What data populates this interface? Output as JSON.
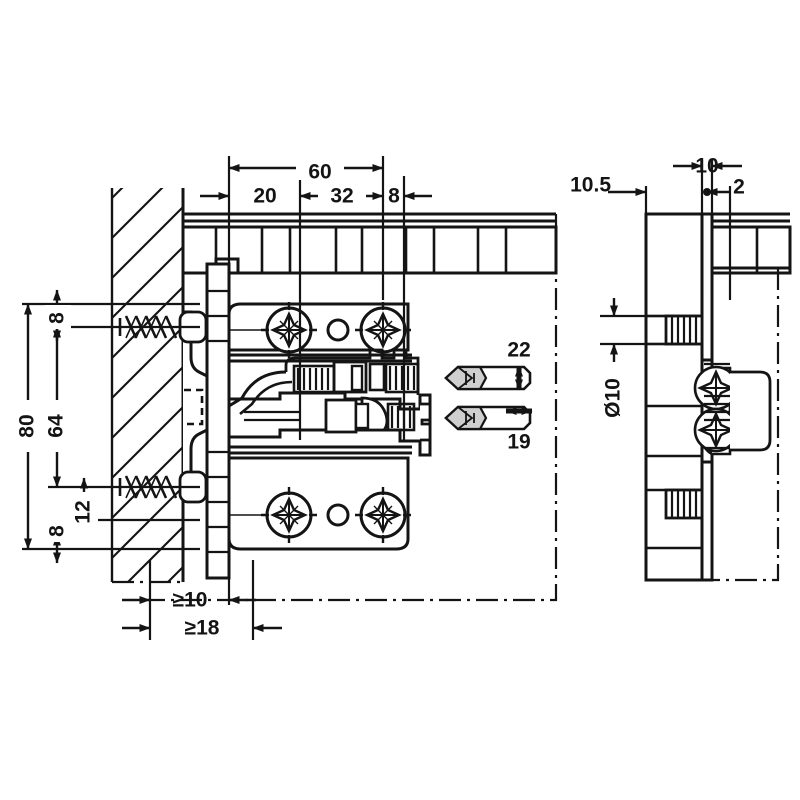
{
  "drawing": {
    "title": "Concealed hinge mounting drawing",
    "type": "technical-engineering-drawing",
    "units": "mm",
    "line_color": "#141414",
    "background": "#ffffff"
  },
  "views": {
    "left": {
      "name": "front-elevation-view",
      "label": ""
    },
    "right": {
      "name": "side-section-view",
      "label": ""
    }
  },
  "dimensions": {
    "top_left_view": [
      {
        "id": "dim-60",
        "value": "60"
      },
      {
        "id": "dim-20",
        "value": "20"
      },
      {
        "id": "dim-32",
        "value": "32"
      },
      {
        "id": "dim-8-top",
        "value": "8"
      }
    ],
    "top_right_view": [
      {
        "id": "dim-10-5",
        "value": "10.5"
      },
      {
        "id": "dim-10",
        "value": "10"
      },
      {
        "id": "dim-2",
        "value": "2"
      }
    ],
    "left_vertical": [
      {
        "id": "dim-8-upper",
        "value": "8"
      },
      {
        "id": "dim-80",
        "value": "80"
      },
      {
        "id": "dim-64",
        "value": "64"
      },
      {
        "id": "dim-12",
        "value": "12"
      },
      {
        "id": "dim-8-lower",
        "value": "8"
      }
    ],
    "bottom": [
      {
        "id": "dim-min-10",
        "value": "≥10"
      },
      {
        "id": "dim-min-18",
        "value": "≥18"
      }
    ],
    "right_view_vertical": [
      {
        "id": "dim-dia-10",
        "value": "Ø10"
      }
    ],
    "tool_callouts": [
      {
        "id": "callout-22",
        "value": "22",
        "arrow": "vertical-double-arrow",
        "icon": "screwdriver-bit-icon"
      },
      {
        "id": "callout-19",
        "value": "19",
        "arrow": "horizontal-double-arrow",
        "icon": "screwdriver-bit-icon"
      }
    ]
  }
}
